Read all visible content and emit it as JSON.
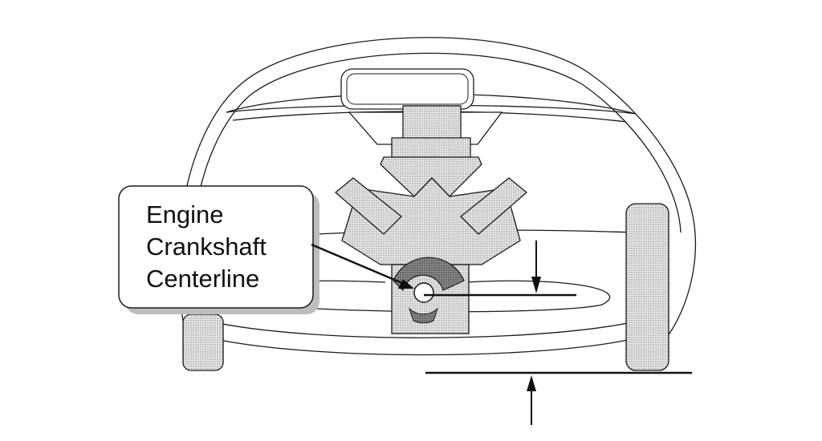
{
  "callout": {
    "lines": [
      "Engine",
      "Crankshaft",
      "Centerline"
    ]
  },
  "colors": {
    "ink": "#1a1a1a",
    "shade": "#d4d4d4",
    "dark_shade": "#7a7a7a"
  }
}
